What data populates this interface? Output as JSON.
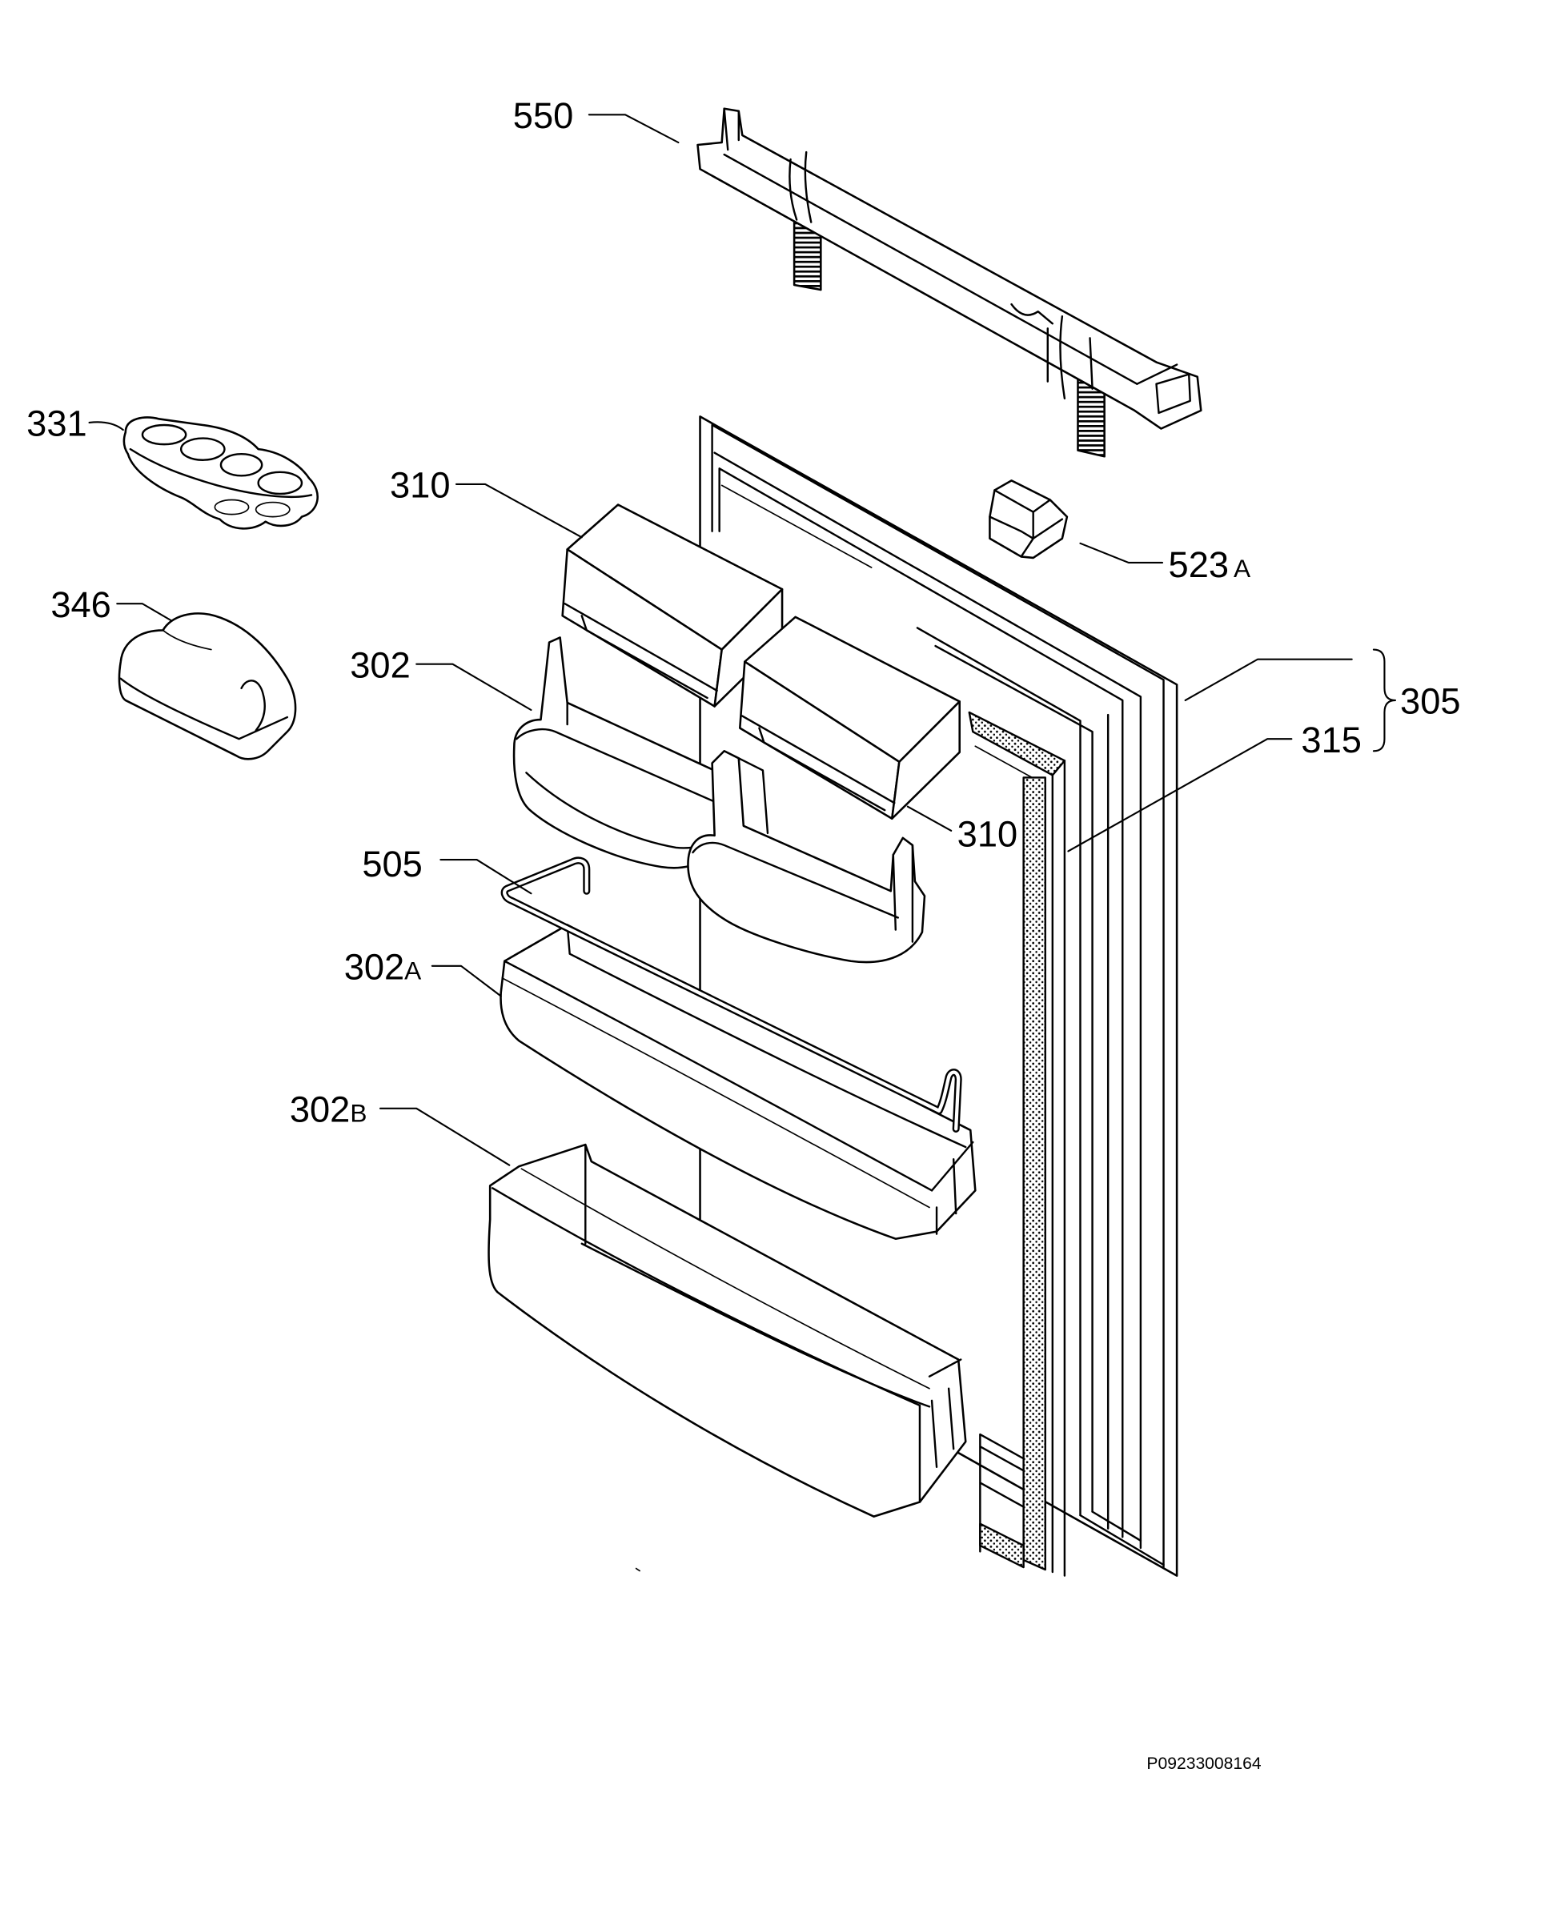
{
  "callouts": [
    {
      "main": "550"
    },
    {
      "main": "331"
    },
    {
      "main": "310"
    },
    {
      "main": "523",
      "suffix": "A"
    },
    {
      "main": "346"
    },
    {
      "main": "302"
    },
    {
      "main": "305"
    },
    {
      "main": "315"
    },
    {
      "main": "310"
    },
    {
      "main": "505"
    },
    {
      "main": "302",
      "suffix": "A"
    },
    {
      "main": "302",
      "suffix": "B"
    }
  ],
  "drawing_code": "P09233008164",
  "colors": {
    "line": "#000000",
    "background": "#ffffff"
  }
}
